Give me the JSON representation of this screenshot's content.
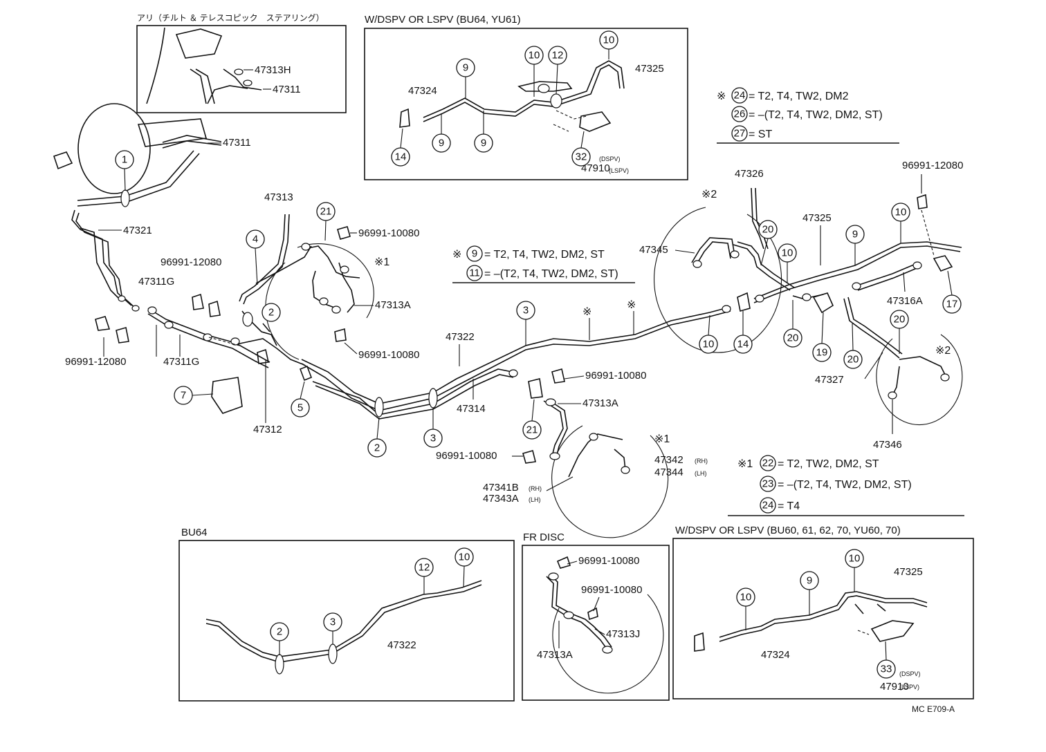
{
  "insets": {
    "tilt_header": "アリ（チルト ＆ テレスコピック　ステアリング）",
    "dspv_top_header": "W/DSPV OR LSPV (BU64, YU61)",
    "bu64_header": "BU64",
    "frdisc_header": "FR DISC",
    "dspv_bottom_header": "W/DSPV OR LSPV (BU60, 61, 62, 70, YU60, 70)"
  },
  "notes": {
    "n24": "= T2, T4, TW2, DM2",
    "n26": "= –(T2, T4, TW2, DM2, ST)",
    "n27": "= ST",
    "n9": "= T2, T4, TW2, DM2, ST",
    "n11": "= –(T2, T4, TW2, DM2, ST)",
    "n22": "= T2, TW2, DM2, ST",
    "n23": "= –(T2, T4, TW2, DM2, ST)",
    "n24b": "= T4",
    "asterisk": "※",
    "star1": "※1",
    "star2": "※2"
  },
  "callouts": {
    "c1": "1",
    "c2": "2",
    "c3": "3",
    "c4": "4",
    "c5": "5",
    "c7": "7",
    "c9": "9",
    "c10": "10",
    "c11": "11",
    "c12": "12",
    "c14": "14",
    "c17": "17",
    "c19": "19",
    "c20": "20",
    "c21": "21",
    "c22": "22",
    "c23": "23",
    "c24": "24",
    "c26": "26",
    "c27": "27",
    "c32": "32",
    "c33": "33"
  },
  "parts": {
    "p47313H": "47313H",
    "p47311": "47311",
    "p47324": "47324",
    "p47325": "47325",
    "p47910": "47910",
    "dspv": "(DSPV)",
    "lspv": "(LSPV)",
    "p47321": "47321",
    "p47313": "47313",
    "p96991_10080": "96991-10080",
    "p96991_12080": "96991-12080",
    "p47311G": "47311G",
    "p47313A": "47313A",
    "p47322": "47322",
    "p47314": "47314",
    "p47312": "47312",
    "p47326": "47326",
    "p47345": "47345",
    "p47316A": "47316A",
    "p47327": "47327",
    "p47346": "47346",
    "p47342": "47342",
    "p47344": "47344",
    "rh": "(RH)",
    "lh": "(LH)",
    "p47341B": "47341B",
    "p47343A": "47343A",
    "p47313J": "47313J"
  },
  "code": "MC E709-A"
}
